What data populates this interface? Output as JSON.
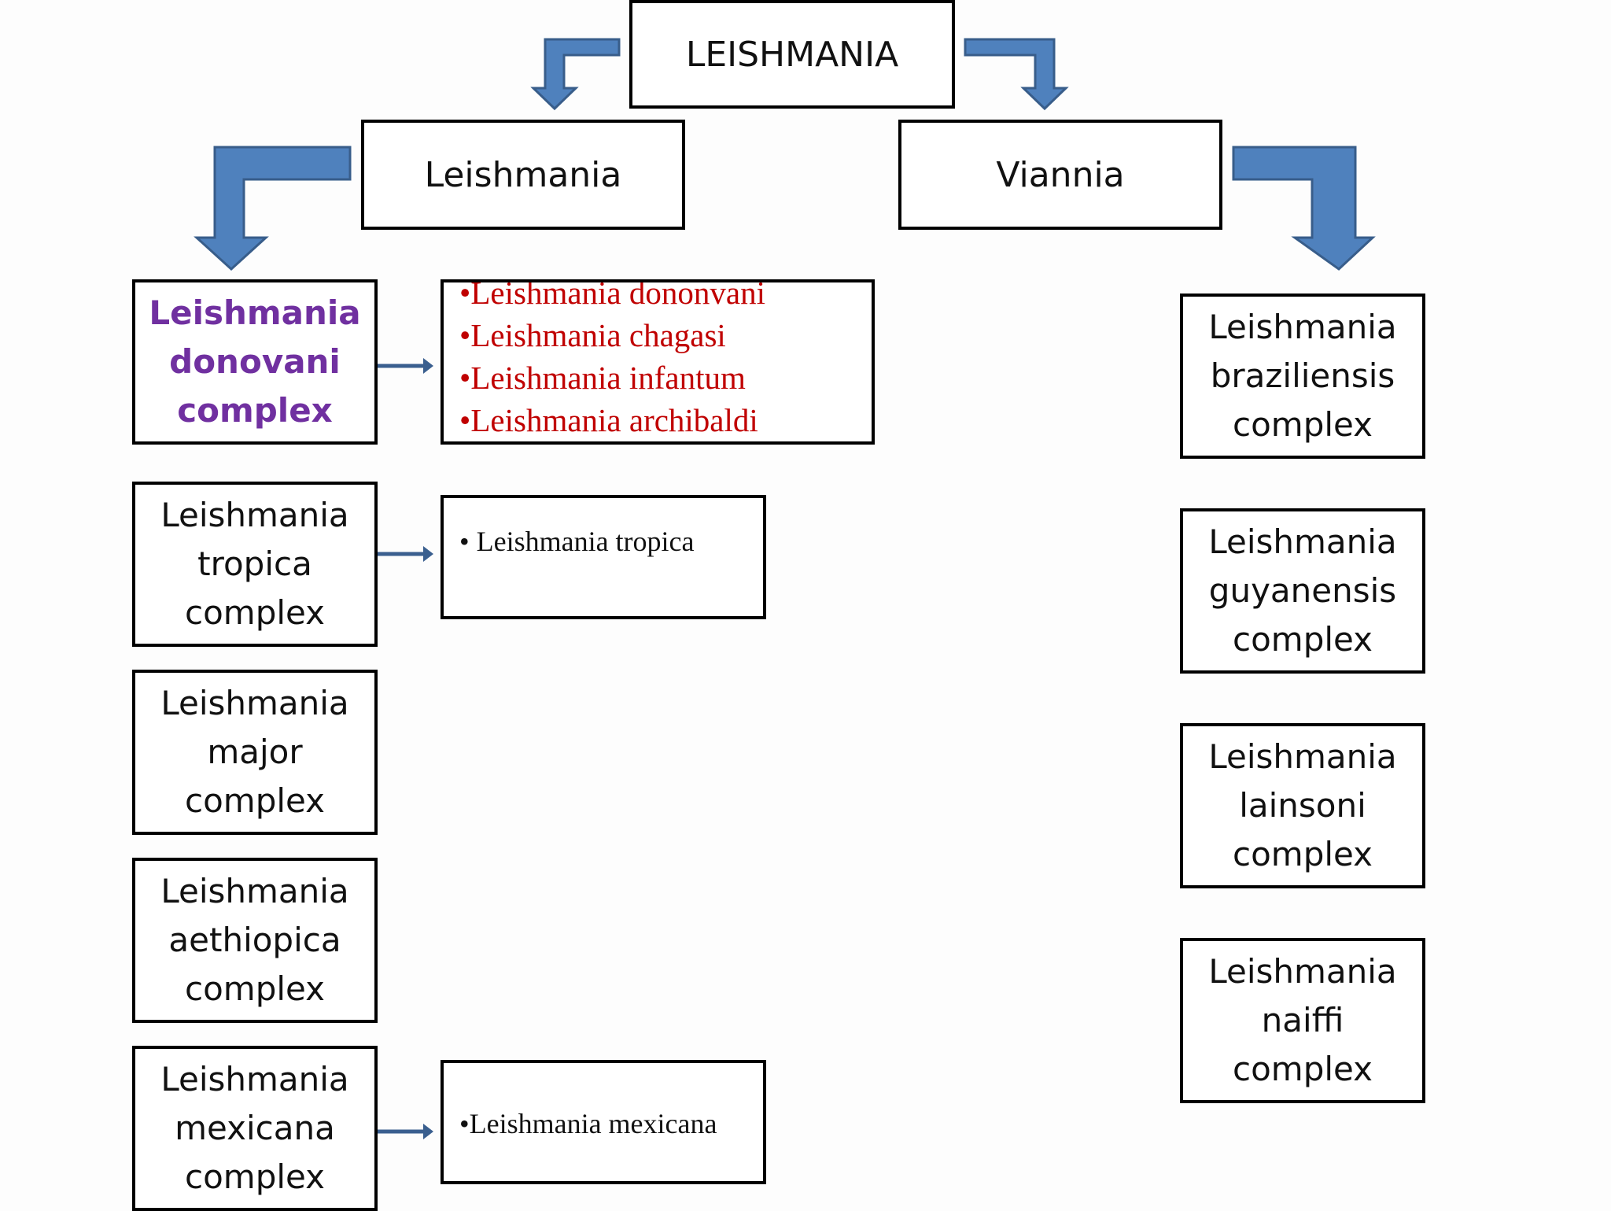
{
  "root": {
    "label": "LEISHMANIA"
  },
  "subgenera": {
    "left": {
      "label": "Leishmania"
    },
    "right": {
      "label": "Viannia"
    }
  },
  "leishmania_complexes": [
    {
      "lines": [
        "Leishmania",
        "donovani",
        "complex"
      ],
      "highlight": true,
      "color": "#7030a0"
    },
    {
      "lines": [
        "Leishmania",
        "tropica",
        "complex"
      ]
    },
    {
      "lines": [
        "Leishmania",
        "major",
        "complex"
      ]
    },
    {
      "lines": [
        "Leishmania",
        "aethiopica",
        "complex"
      ]
    },
    {
      "lines": [
        "Leishmania",
        "mexicana",
        "complex"
      ]
    }
  ],
  "viannia_complexes": [
    {
      "lines": [
        "Leishmania",
        "braziliensis",
        "complex"
      ]
    },
    {
      "lines": [
        "Leishmania",
        "guyanensis",
        "complex"
      ]
    },
    {
      "lines": [
        "Leishmania",
        "lainsoni",
        "complex"
      ]
    },
    {
      "lines": [
        "Leishmania",
        "naiffi",
        "complex"
      ]
    }
  ],
  "species_lists": {
    "donovani": {
      "color": "#c00000",
      "items": [
        "•Leishmania dononvani",
        "•Leishmania chagasi",
        "•Leishmania infantum",
        "•Leishmania archibaldi"
      ]
    },
    "tropica": {
      "items": [
        "• Leishmania tropica"
      ]
    },
    "mexicana": {
      "items": [
        "•Leishmania mexicana"
      ]
    }
  },
  "colors": {
    "arrow_fill": "#4f81bd",
    "arrow_stroke": "#385d8a",
    "connector": "#3a5f8f",
    "box_border": "#000000"
  }
}
